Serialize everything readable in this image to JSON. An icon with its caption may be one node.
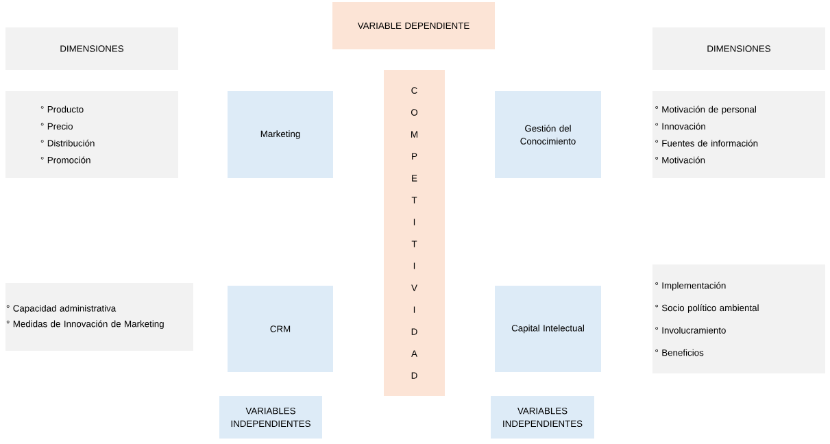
{
  "diagram": {
    "nodes": [
      {
        "text": [
          "VARIABLE DEPENDIENTE"
        ]
      },
      {
        "text": [
          "DIMENSIONES"
        ]
      },
      {
        "text": [
          "DIMENSIONES"
        ]
      },
      {
        "text": [
          "° Producto",
          "° Precio",
          "° Distribución",
          "° Promoción"
        ]
      },
      {
        "text": [
          "Marketing"
        ]
      },
      {
        "text": [
          "C O M P E T I T I V I D A D"
        ]
      },
      {
        "text": [
          "Gestión del Conocimiento"
        ]
      },
      {
        "text": [
          "° Motivación de personal",
          "° Innovación",
          "° Fuentes de información",
          "° Motivación"
        ]
      },
      {
        "text": [
          "° Capacidad administrativa",
          "° Medidas de Innovación de Marketing"
        ]
      },
      {
        "text": [
          "CRM"
        ]
      },
      {
        "text": [
          "Capital Intelectual"
        ]
      },
      {
        "text": [
          "° Implementación",
          "° Socio político ambiental",
          "° Involucramiento",
          "° Beneficios"
        ]
      },
      {
        "text": [
          "VARIABLES INDEPENDIENTES"
        ]
      },
      {
        "text": [
          "VARIABLES INDEPENDIENTES"
        ]
      }
    ]
  }
}
